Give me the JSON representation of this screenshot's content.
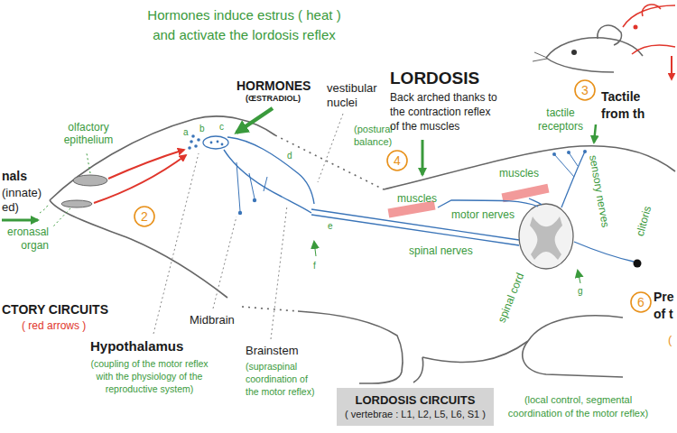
{
  "diagram": {
    "nodes": [
      {
        "text": [
          "3"
        ]
      },
      {
        "text": [
          "4"
        ]
      },
      {
        "text": [
          "2"
        ]
      },
      {
        "text": [
          "6"
        ]
      },
      {
        "text": [
          "LORDOSIS CIRCUITS",
          "( vertebrae : L1, L2, L5, L6, S1 )"
        ]
      }
    ],
    "labels": [
      "Hormones induce estrus ( heat ) and activate the lordosis reflex",
      "HORMONES",
      "(ŒSTRADIOL)",
      "nals",
      "(innate)",
      "ed)",
      "olfactory epithelium",
      "eronasal organ",
      "CTORY CIRCUITS",
      "( red arrows )",
      "vestibular nuclei",
      "(postural balance)",
      "LORDOSIS",
      "Back arched thanks to the contraction reflex of the muscles",
      "Tactile from th",
      "tactile receptors",
      "muscles",
      "muscles",
      "motor nerves",
      "sensory nerves",
      "clitoris",
      "spinal nerves",
      "spinal cord",
      "Pre of t",
      "(",
      "Midbrain",
      "Hypothalamus",
      "(coupling of the motor reflex with the physiology of the reproductive system)",
      "Brainstem",
      "(supraspinal coordination of the motor reflex)",
      "(local control, segmental coordination of the motor reflex)",
      "a",
      "b",
      "c",
      "d",
      "e",
      "f",
      "g"
    ]
  }
}
